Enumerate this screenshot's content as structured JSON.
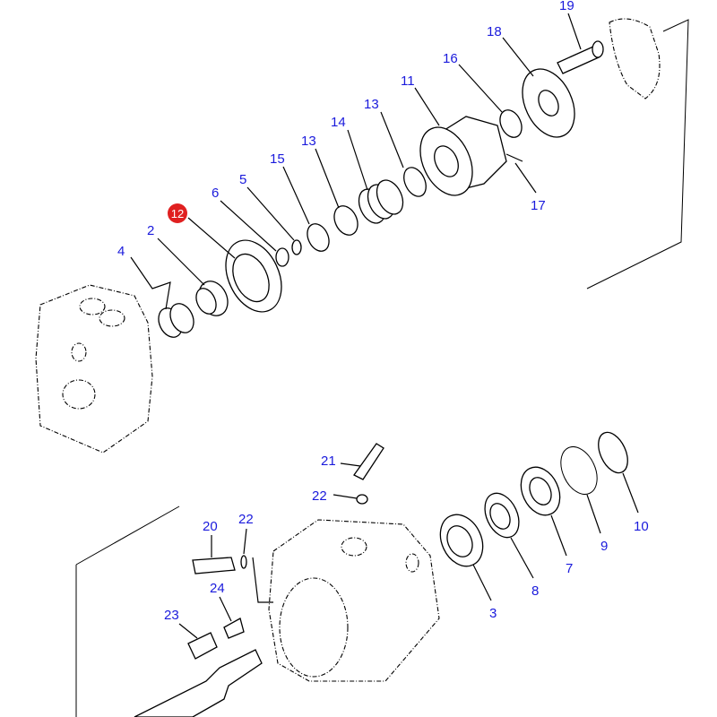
{
  "diagram": {
    "title": "Hydraulic pump exploded parts view",
    "highlight_color": "#e02020",
    "label_color": "#1a1adc",
    "callouts": [
      {
        "id": "c19",
        "text": "19"
      },
      {
        "id": "c18",
        "text": "18"
      },
      {
        "id": "c16",
        "text": "16"
      },
      {
        "id": "c11",
        "text": "11"
      },
      {
        "id": "c13a",
        "text": "13"
      },
      {
        "id": "c14",
        "text": "14"
      },
      {
        "id": "c13b",
        "text": "13"
      },
      {
        "id": "c15",
        "text": "15"
      },
      {
        "id": "c5",
        "text": "5"
      },
      {
        "id": "c6",
        "text": "6"
      },
      {
        "id": "c12",
        "text": "12"
      },
      {
        "id": "c2",
        "text": "2"
      },
      {
        "id": "c4",
        "text": "4"
      },
      {
        "id": "c17",
        "text": "17"
      },
      {
        "id": "c21",
        "text": "21"
      },
      {
        "id": "c22a",
        "text": "22"
      },
      {
        "id": "c20",
        "text": "20"
      },
      {
        "id": "c22b",
        "text": "22"
      },
      {
        "id": "c24",
        "text": "24"
      },
      {
        "id": "c23",
        "text": "23"
      },
      {
        "id": "c3",
        "text": "3"
      },
      {
        "id": "c8",
        "text": "8"
      },
      {
        "id": "c7",
        "text": "7"
      },
      {
        "id": "c9",
        "text": "9"
      },
      {
        "id": "c10",
        "text": "10"
      }
    ]
  }
}
